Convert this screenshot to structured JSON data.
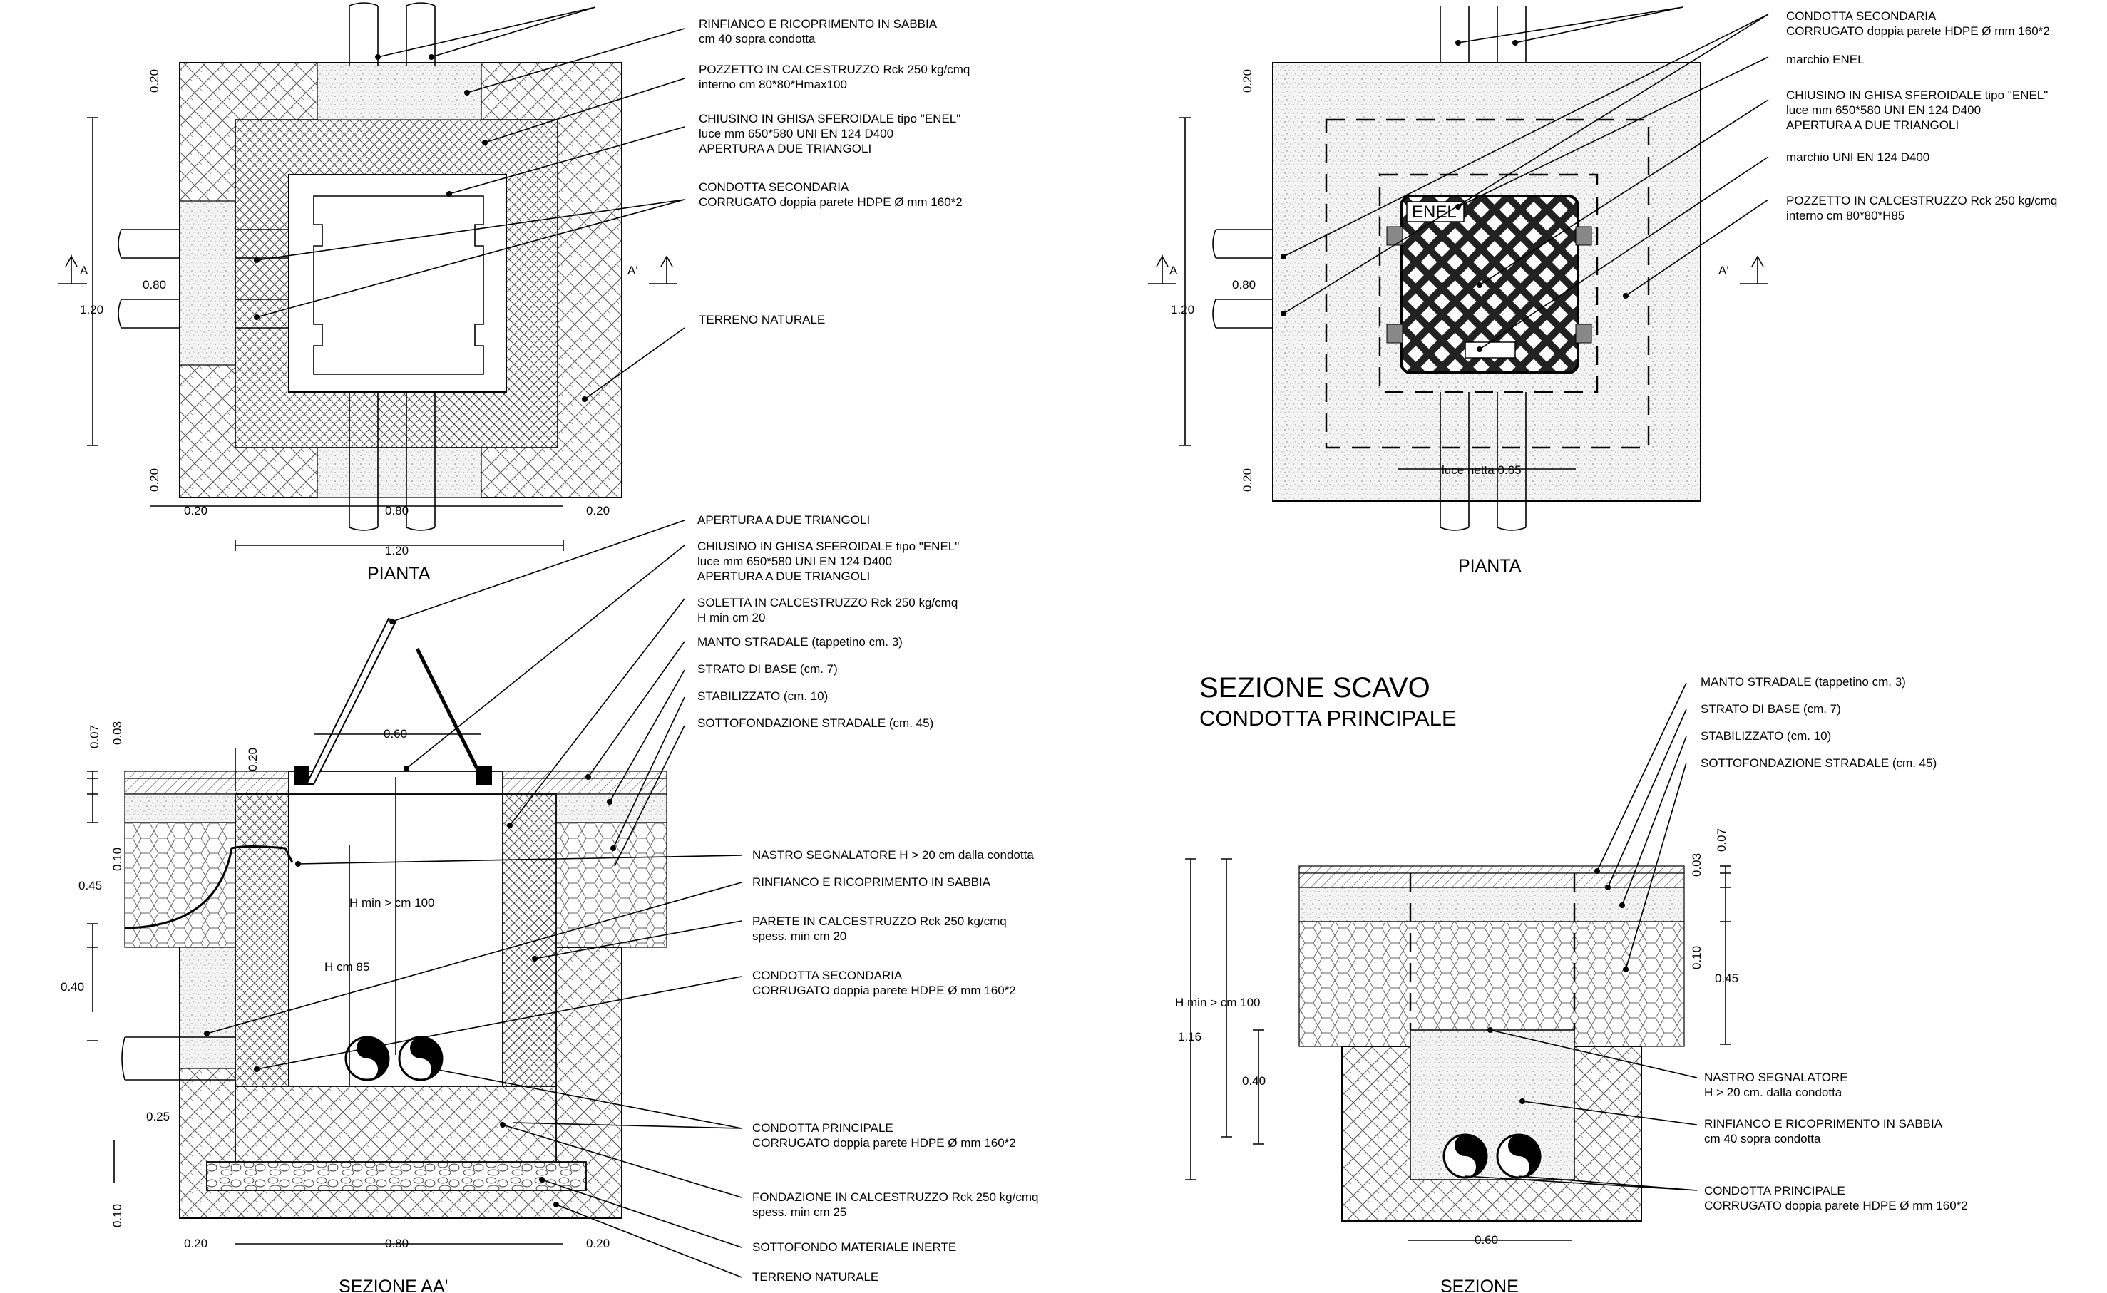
{
  "plan1": {
    "title": "PIANTA",
    "labels": [
      [
        "RINFIANCO E RICOPRIMENTO IN SABBIA",
        "cm 40 sopra condotta"
      ],
      [
        "POZZETTO IN CALCESTRUZZO Rck 250 kg/cmq",
        "interno cm 80*80*Hmax100"
      ],
      [
        "CHIUSINO IN GHISA SFEROIDALE tipo \"ENEL\"",
        "luce mm 650*580 UNI EN 124 D400",
        "APERTURA A DUE TRIANGOLI"
      ],
      [
        "CONDOTTA SECONDARIA",
        "CORRUGATO doppia parete HDPE Ø mm 160*2"
      ],
      [
        "TERRENO NATURALE"
      ]
    ],
    "dims": {
      "v020": "0.20",
      "v120": "1.20",
      "v080": "0.80",
      "h020": "0.20",
      "h080": "0.80",
      "h120": "1.20",
      "secA": "A",
      "secA2": "A'"
    }
  },
  "plan2": {
    "title": "PIANTA",
    "brand": "ENEL",
    "labels": [
      [
        "CONDOTTA SECONDARIA",
        "CORRUGATO doppia parete HDPE Ø mm 160*2"
      ],
      [
        "marchio ENEL"
      ],
      [
        "CHIUSINO IN GHISA SFEROIDALE tipo \"ENEL\"",
        "luce mm 650*580 UNI EN 124 D400",
        "APERTURA A DUE TRIANGOLI"
      ],
      [
        "marchio UNI EN 124 D400"
      ],
      [
        "POZZETTO IN CALCESTRUZZO Rck 250 kg/cmq",
        "interno cm 80*80*H85"
      ]
    ],
    "dims": {
      "v020": "0.20",
      "v120": "1.20",
      "v080": "0.80",
      "luce": "luce netta 0.65",
      "secA": "A",
      "secA2": "A'"
    }
  },
  "section_aa": {
    "title": "SEZIONE AA'",
    "labels_top": [
      [
        "APERTURA A DUE TRIANGOLI"
      ],
      [
        "CHIUSINO IN GHISA SFEROIDALE tipo \"ENEL\"",
        "luce mm 650*580 UNI EN 124 D400",
        "APERTURA A DUE TRIANGOLI"
      ],
      [
        "SOLETTA IN CALCESTRUZZO Rck 250 kg/cmq",
        "H min cm 20"
      ],
      [
        "MANTO STRADALE (tappetino cm. 3)"
      ],
      [
        "STRATO DI BASE (cm. 7)"
      ],
      [
        "STABILIZZATO (cm. 10)"
      ],
      [
        "SOTTOFONDAZIONE STRADALE  (cm. 45)"
      ]
    ],
    "labels_right": [
      [
        "NASTRO SEGNALATORE H > 20 cm dalla condotta"
      ],
      [
        "RINFIANCO E RICOPRIMENTO IN SABBIA"
      ],
      [
        "PARETE IN CALCESTRUZZO Rck 250 kg/cmq",
        "spess. min cm 20"
      ],
      [
        "CONDOTTA SECONDARIA",
        "CORRUGATO doppia parete HDPE Ø mm 160*2"
      ],
      [
        "CONDOTTA PRINCIPALE",
        "CORRUGATO doppia parete HDPE Ø mm 160*2"
      ],
      [
        "FONDAZIONE IN CALCESTRUZZO Rck 250 kg/cmq",
        "spess. min cm 25"
      ],
      [
        "SOTTOFONDO MATERIALE INERTE"
      ],
      [
        "TERRENO NATURALE"
      ]
    ],
    "dims": {
      "d007": "0.07",
      "d003": "0.03",
      "d020": "0.20",
      "d060": "0.60",
      "d010": "0.10",
      "d045": "0.45",
      "d040": "0.40",
      "d025": "0.25",
      "d010b": "0.10",
      "hmin": "H min > cm 100",
      "h85": "H cm 85",
      "b020a": "0.20",
      "b080": "0.80",
      "b020b": "0.20"
    }
  },
  "section_scavo": {
    "title": "SEZIONE SCAVO",
    "subtitle": "CONDOTTA PRINCIPALE",
    "bottom_title": "SEZIONE",
    "labels_top": [
      [
        "MANTO STRADALE (tappetino cm. 3)"
      ],
      [
        "STRATO DI BASE (cm. 7)"
      ],
      [
        "STABILIZZATO (cm. 10)"
      ],
      [
        "SOTTOFONDAZIONE STRADALE  (cm. 45)"
      ]
    ],
    "labels_right": [
      [
        "NASTRO SEGNALATORE",
        "H > 20 cm. dalla condotta"
      ],
      [
        "RINFIANCO E RICOPRIMENTO IN SABBIA",
        "cm 40 sopra condotta"
      ],
      [
        "CONDOTTA PRINCIPALE",
        "CORRUGATO doppia parete HDPE Ø mm 160*2"
      ]
    ],
    "dims": {
      "d003": "0.03",
      "d007": "0.07",
      "d010": "0.10",
      "d045": "0.45",
      "hmin": "H min > cm 100",
      "d116": "1.16",
      "d040": "0.40",
      "d060": "0.60"
    }
  }
}
